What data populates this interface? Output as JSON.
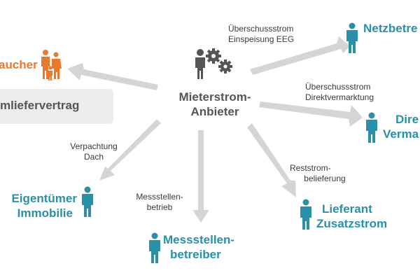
{
  "colors": {
    "teal": "#2a8fa8",
    "orange": "#e8792e",
    "gray": "#555555",
    "arrow": "#d5d5d5"
  },
  "center": {
    "line1": "Mieterstrom-",
    "line2": "Anbieter",
    "icon": "gears-person-icon"
  },
  "nodes": {
    "netzbetreiber": "Netzbetre",
    "direkt_line1": "Dire",
    "direkt_line2": "Verma",
    "lieferant_line1": "Lieferant",
    "lieferant_line2": "Zusatzstrom",
    "messstellen_line1": "Messstellen-",
    "messstellen_line2": "betreiber",
    "eigentuemer_line1": "Eigentümer",
    "eigentuemer_line2": "Immobilie",
    "verbraucher": "aucher",
    "vertrag": "mliefervertrag"
  },
  "edge_labels": {
    "netz_line1": "Überschussstrom",
    "netz_line2": "Einspeisung EEG",
    "direkt_line1": "Überschussstrom",
    "direkt_line2": "Direktvermarktung",
    "rest_line1": "Reststrom-",
    "rest_line2": "belieferung",
    "mess_line1": "Messstellen-",
    "mess_line2": "betrieb",
    "dach_line1": "Verpachtung",
    "dach_line2": "Dach"
  }
}
